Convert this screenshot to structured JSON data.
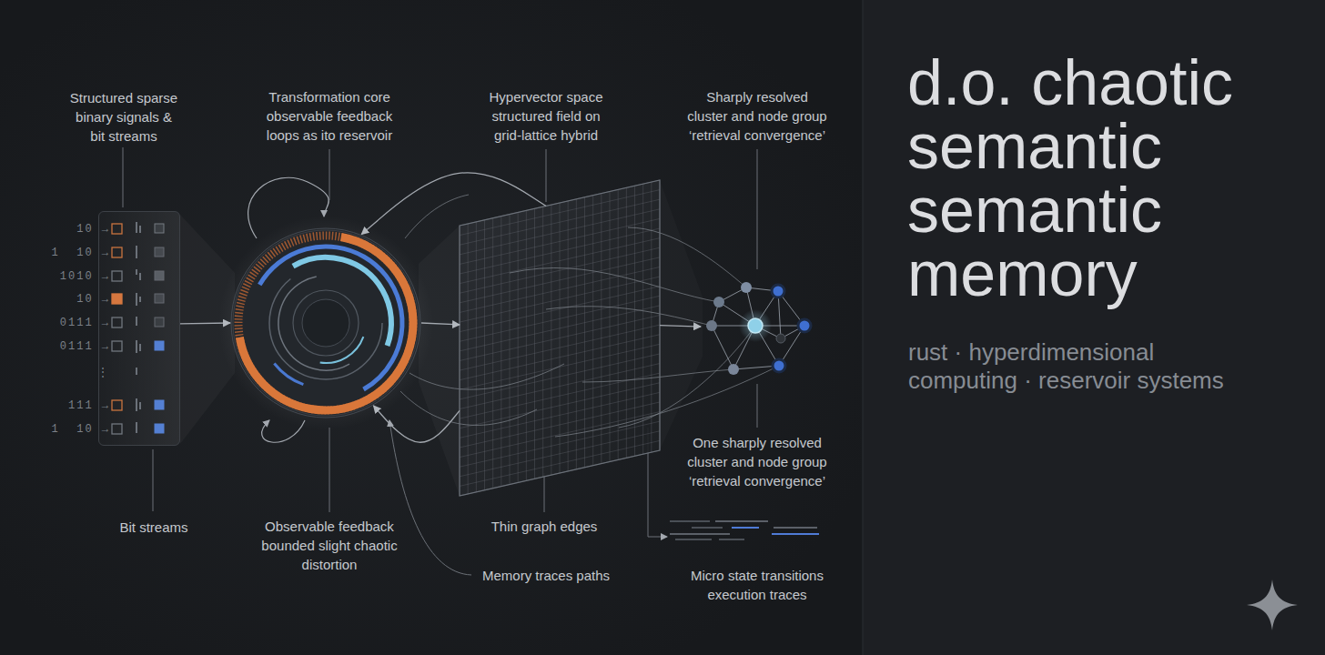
{
  "diagram": {
    "title": "d.o. chaotic semantic semantic memory",
    "caption": "rust · hyperdimensional computing · reservoir systems",
    "nodes": [
      {
        "text": [
          "Structured sparse binary signals & bit streams",
          "Bit streams"
        ]
      },
      {
        "text": [
          "Transformation core observable feedback loops as ito reservoir",
          "Observable feedback bounded slight chaotic distortion"
        ]
      },
      {
        "text": [
          "Hypervector space structured field on grid-lattice hybrid"
        ]
      },
      {
        "text": [
          "Sharply resolved cluster and node group ‘retrieval convergence’",
          "One sharply resolved cluster and node group ‘retrieval convergence’"
        ]
      }
    ],
    "edges": [
      {
        "from": 0,
        "to": 1,
        "arrow": "to"
      },
      {
        "from": 1,
        "to": 2,
        "arrow": "to"
      },
      {
        "from": 2,
        "to": 3,
        "arrow": "to"
      },
      {
        "from": 2,
        "to": 1,
        "arrow": "to"
      },
      {
        "from": 2,
        "to": 1,
        "arrow": "to"
      }
    ],
    "labels": [
      "10 →",
      "1  10 →",
      "1010 →",
      "10 →",
      "0111 →",
      "0111 →",
      "⋮",
      "111 →",
      "1  10 →",
      "Thin graph edges",
      "Memory traces paths",
      "Micro state transitions execution traces"
    ]
  }
}
